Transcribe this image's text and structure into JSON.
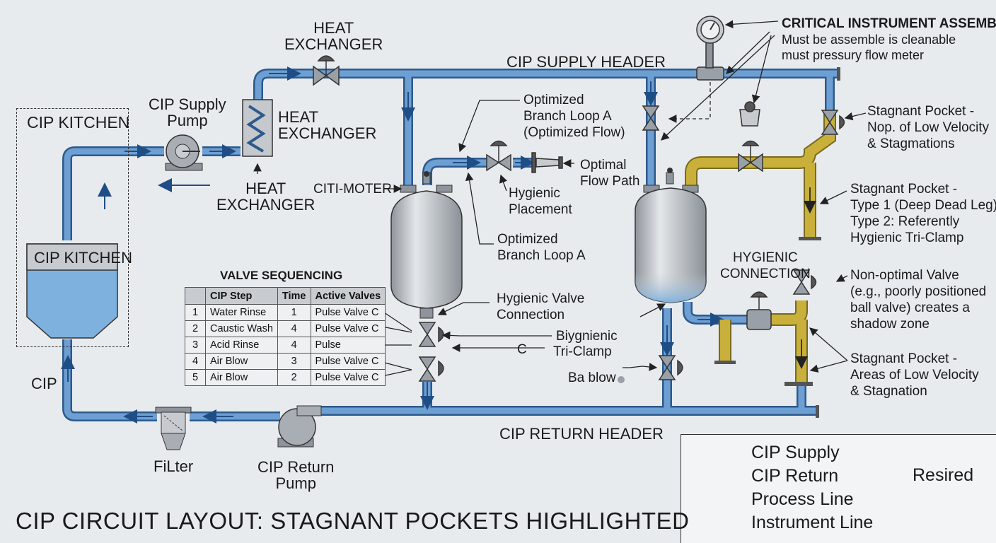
{
  "title": "CIP CIRCUIT LAYOUT: STAGNANT POCKETS HIGHLIGHTED",
  "labels": {
    "heat_exchanger_top": "HEAT\nEXCHANGER",
    "cip_supply_header": "CIP SUPPLY HEADER",
    "cip_supply_pump": "CIP Supply\nPump",
    "heat_exchanger_mid": "HEAT\nEXCHANGER",
    "heat_exchanger_low": "HEAT\nEXCHANGER",
    "cip_kitchen_box": "CIP KITCHEN",
    "cip_kitchen_tank": "CIP KITCHEN",
    "cip_left": "CIP",
    "filter": "FiLter",
    "cip_return_pump": "CIP Return\nPump",
    "cip_return_header": "CIP RETURN HEADER",
    "cti_moter": "CITI-MOTER",
    "optimized_branch_top": "Optimized\nBranch Loop A\n(Optimized Flow)",
    "optimal_flow_path": "Optimal\nFlow Path",
    "hygienic_placement": "Hygienic\nPlacement",
    "optimized_branch_bottom": "Optimized\nBranch Loop A",
    "hygienic_valve_connection": "Hygienic Valve\nConnection",
    "biygnienic": "Biygnienic",
    "tri_clamp": "Tri-Clamp",
    "c_mark": "C",
    "ba_blow": "Ba blow",
    "critical_title": "CRITICAL INSTRUMENT ASSEMBLY",
    "critical_sub": "Must be assemble is cleanable\nmust pressury flow meter",
    "stagnant_nop": "Stagnant Pocket -\nNop. of Low Velocity\n& Stagmations",
    "stagnant_type": "Stagnant Pocket -\nType 1 (Deep Dead Leg)\nType 2: Referently\nHygienic Tri-Clamp",
    "hygienic_connection": "HYGIENIC\nCONNECTION",
    "non_optimal_valve": "Non-optimal Valve\n(e.g., poorly positioned\nball valve) creates a\nshadow zone",
    "stagnant_areas": "Stagnant Pocket -\nAreas of Low Velocity\n& Stagnation"
  },
  "valve_sequencing": {
    "title": "VALVE SEQUENCING",
    "headers": [
      "",
      "CIP Step",
      "Time",
      "Active Valves"
    ],
    "rows": [
      [
        "1",
        "Water Rinse",
        "1",
        "Pulse Valve C"
      ],
      [
        "2",
        "Caustic Wash",
        "4",
        "Pulse Valve C"
      ],
      [
        "3",
        "Acid Rinse",
        "4",
        "Pulse"
      ],
      [
        "4",
        "Air Blow",
        "3",
        "Pulse Valve C"
      ],
      [
        "5",
        "Air Blow",
        "2",
        "Pulse Valve C"
      ]
    ]
  },
  "legend": {
    "supply": "CIP Supply",
    "return": "CIP Return",
    "process": "Process Line",
    "instrument": "Instrument Line",
    "resired": "Resired"
  },
  "colors": {
    "pipe_blue": "#5b8fc7",
    "pipe_outline": "#2d5a8c",
    "stagnant_yellow": "#c2a933",
    "tank_fill": "#7fb1de",
    "vessel_grey": "#b9bec4",
    "background": "#e8ebee"
  }
}
